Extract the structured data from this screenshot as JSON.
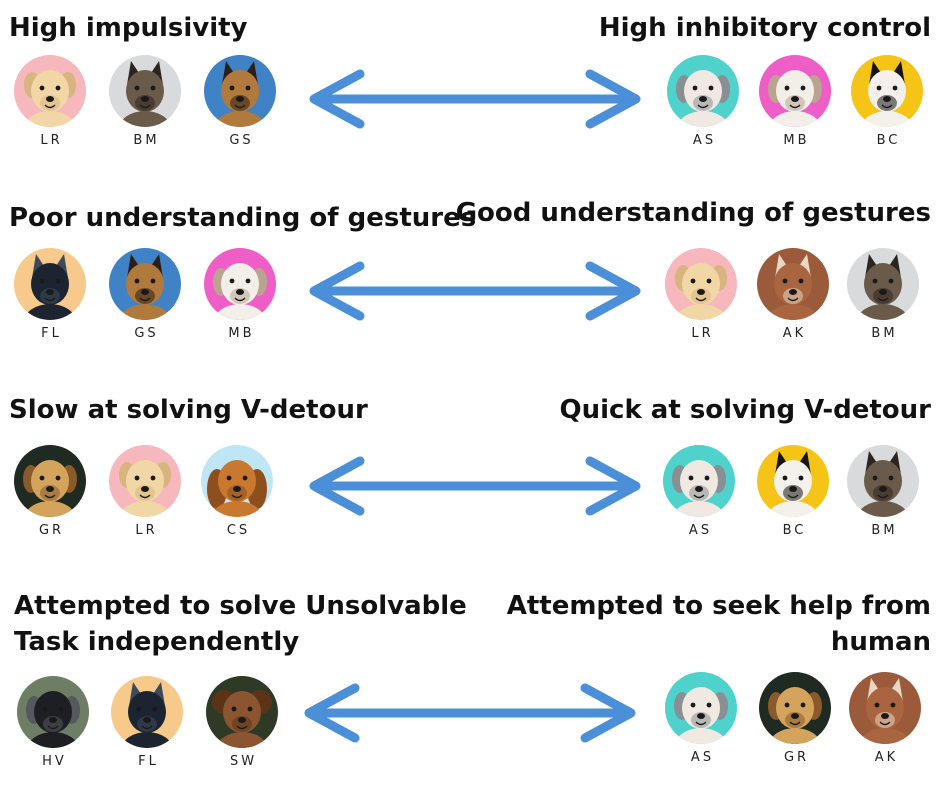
{
  "colors": {
    "arrow": "#4a8fd8",
    "title": "#111111",
    "code": "#222222"
  },
  "dog_styles": {
    "LR": {
      "bg": "#f6b7bd",
      "fur": "#f1d7a5",
      "shade": "#d8b47e",
      "ears": "up-floppy"
    },
    "BM": {
      "bg": "#d8dadc",
      "fur": "#6a5a4a",
      "shade": "#2b2520",
      "ears": "pointed"
    },
    "GS": {
      "bg": "#3f82c6",
      "fur": "#b07a3c",
      "shade": "#2d1f14",
      "ears": "pointed"
    },
    "AS": {
      "bg": "#4fd1cc",
      "fur": "#efe9e2",
      "shade": "#8a8f94",
      "ears": "floppy"
    },
    "MB": {
      "bg": "#ef5ec7",
      "fur": "#f2eee8",
      "shade": "#b9a58f",
      "ears": "floppy"
    },
    "BC": {
      "bg": "#f5c417",
      "fur": "#f4f1ec",
      "shade": "#151515",
      "ears": "pointed"
    },
    "FL": {
      "bg": "#f7c98a",
      "fur": "#1b2430",
      "shade": "#3d4a5a",
      "ears": "pointed"
    },
    "AK": {
      "bg": "#9b5a3a",
      "fur": "#a9653f",
      "shade": "#e9d7c3",
      "ears": "pointed"
    },
    "GR": {
      "bg": "#1f2a22",
      "fur": "#d4a45c",
      "shade": "#8a5a2a",
      "ears": "floppy"
    },
    "CS": {
      "bg": "#bfe6f5",
      "fur": "#c8792f",
      "shade": "#8e4f1c",
      "ears": "long"
    },
    "HV": {
      "bg": "#6e7e64",
      "fur": "#1e1f22",
      "shade": "#55585c",
      "ears": "floppy"
    },
    "SW": {
      "bg": "#2e3a26",
      "fur": "#8a5530",
      "shade": "#5b3418",
      "ears": "curly"
    }
  },
  "rows": [
    {
      "left_title": "High impulsivity",
      "right_title": "High inhibitory control",
      "left_dogs": [
        "LR",
        "BM",
        "GS"
      ],
      "right_dogs": [
        "AS",
        "MB",
        "BC"
      ]
    },
    {
      "left_title": "Poor understanding of gestures",
      "right_title": "Good understanding of gestures",
      "left_dogs": [
        "FL",
        "GS",
        "MB"
      ],
      "right_dogs": [
        "LR",
        "AK",
        "BM"
      ]
    },
    {
      "left_title": "Slow at solving V-detour",
      "right_title": "Quick at solving V-detour",
      "left_dogs": [
        "GR",
        "LR",
        "CS"
      ],
      "right_dogs": [
        "AS",
        "BC",
        "BM"
      ]
    },
    {
      "left_title_lines": [
        "Attempted to solve Unsolvable",
        "Task independently"
      ],
      "right_title_lines": [
        "Attempted to seek help from",
        "human"
      ],
      "left_dogs": [
        "HV",
        "FL",
        "SW"
      ],
      "right_dogs": [
        "AS",
        "GR",
        "AK"
      ]
    }
  ]
}
